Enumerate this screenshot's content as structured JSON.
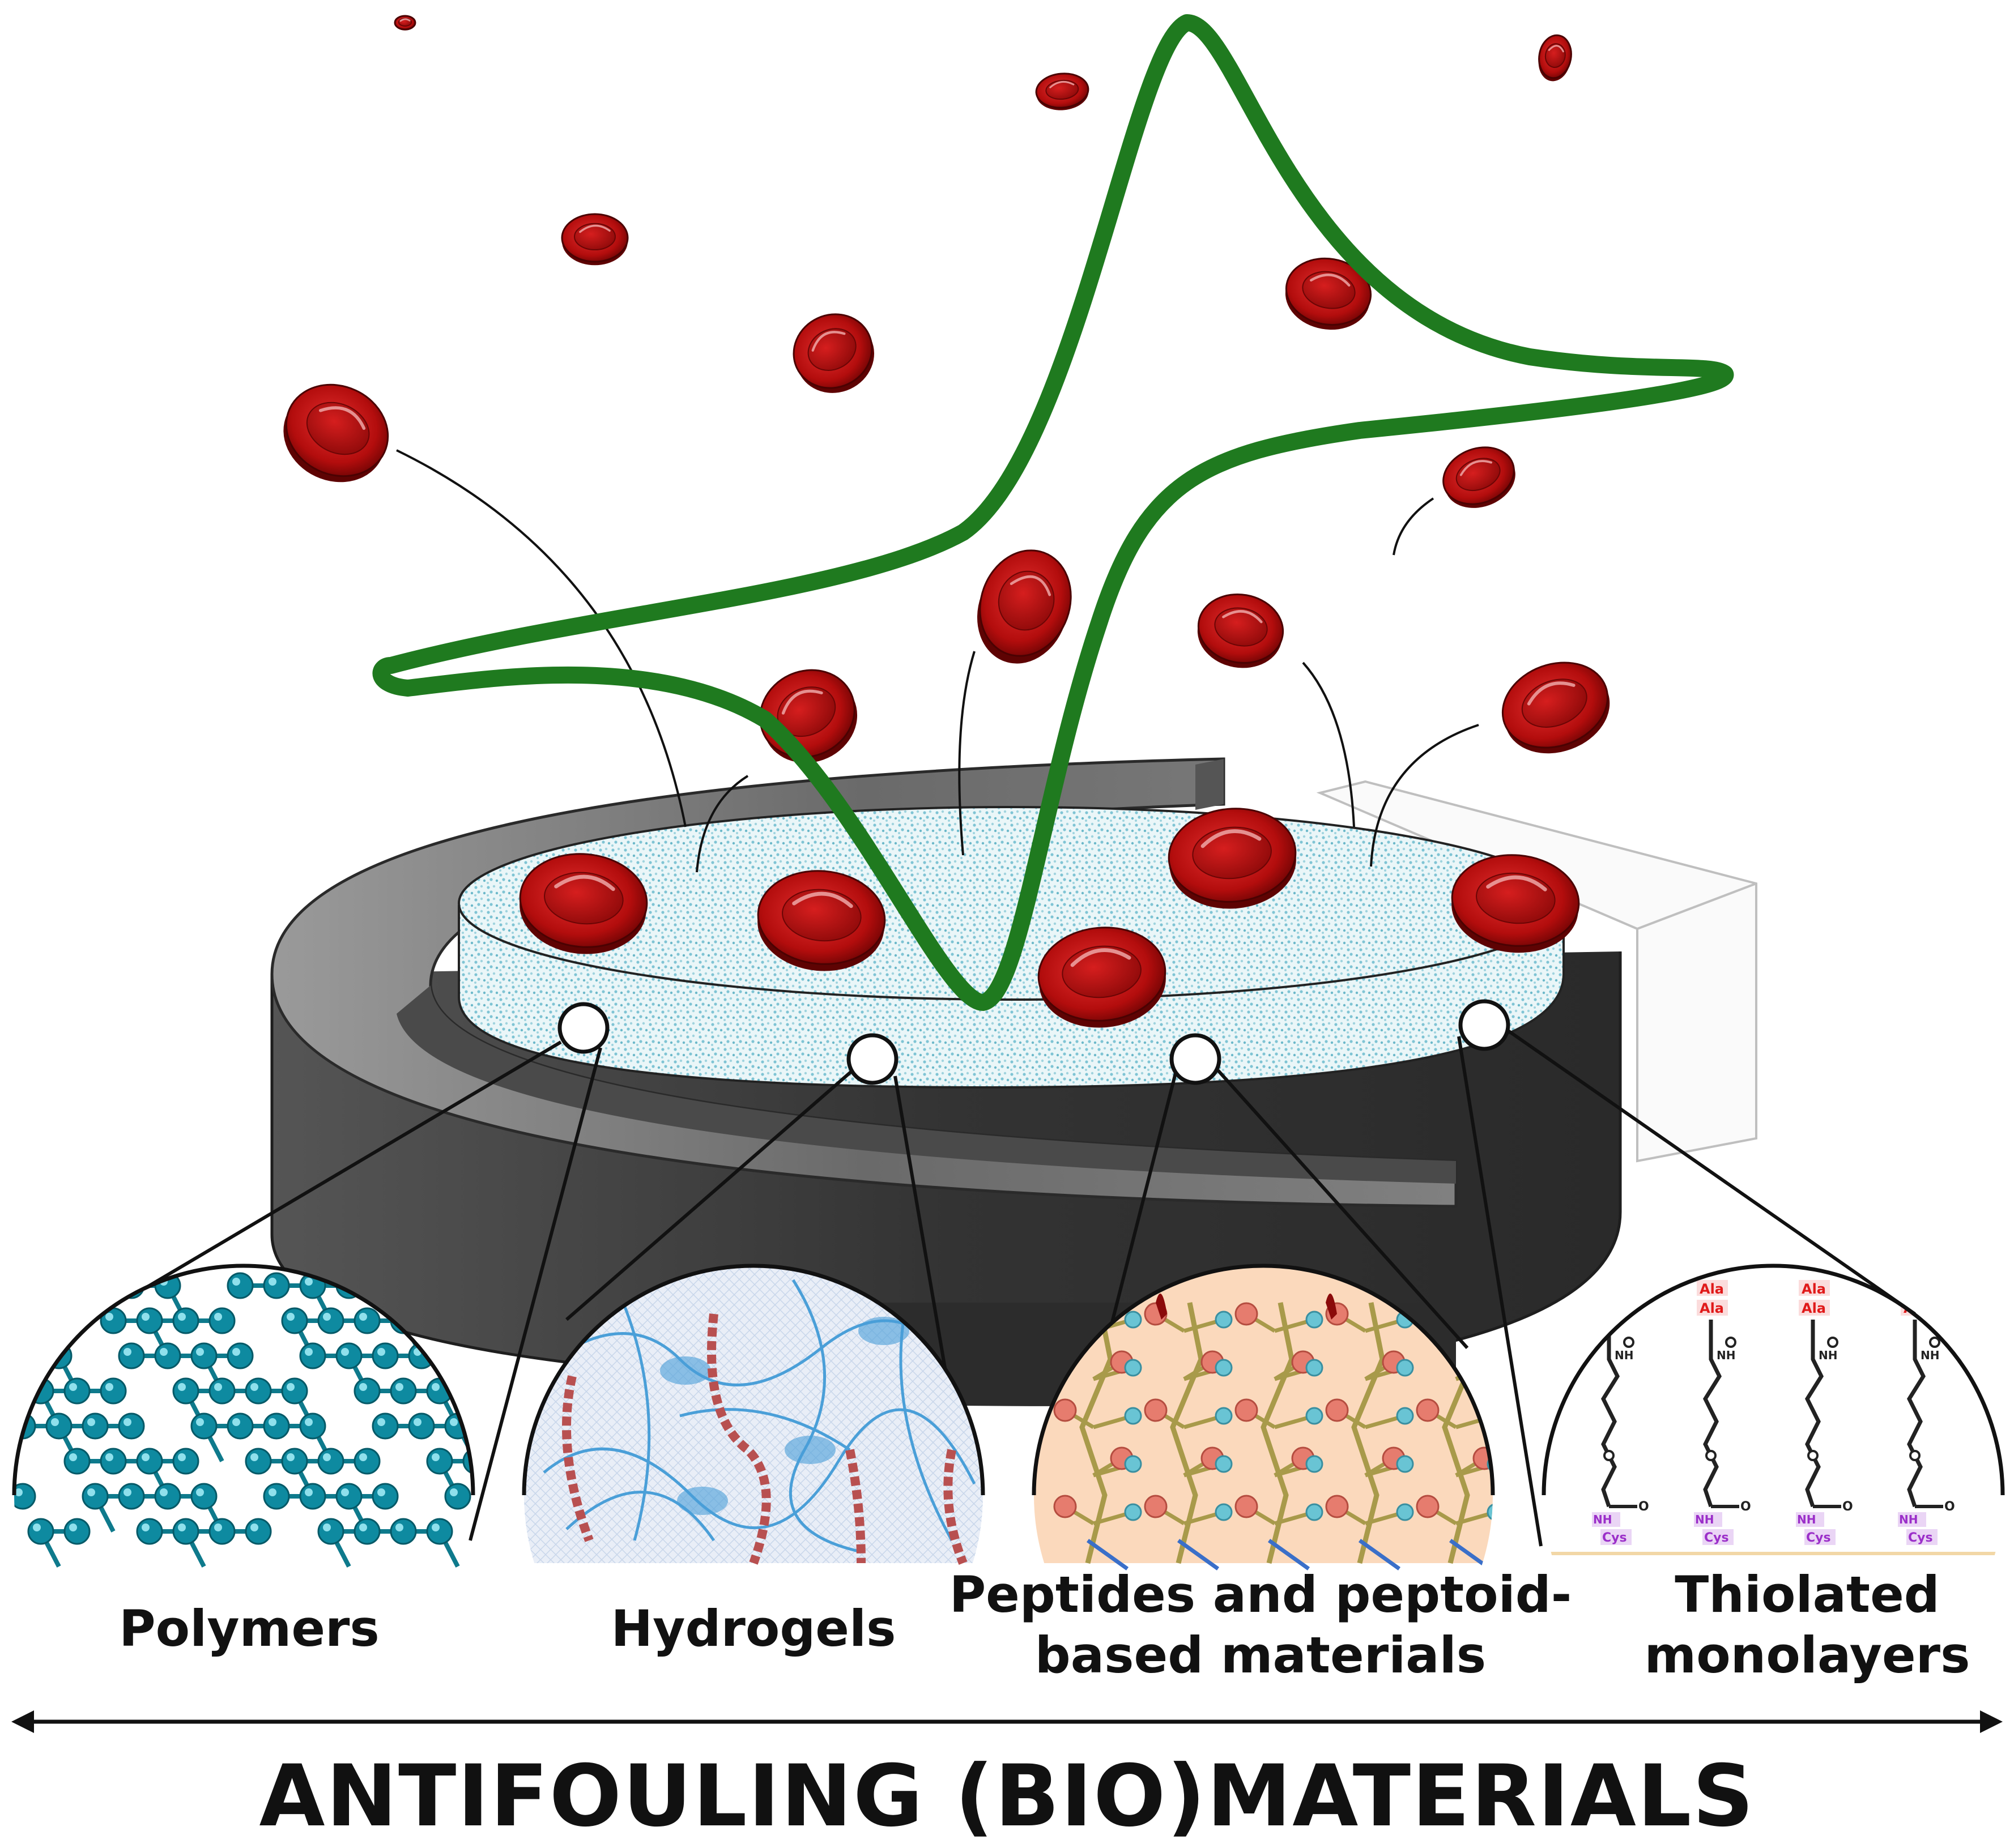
{
  "categories": [
    {
      "key": "polymers",
      "lines": [
        "Polymers"
      ]
    },
    {
      "key": "hydrogels",
      "lines": [
        "Hydrogels"
      ]
    },
    {
      "key": "peptides",
      "lines": [
        "Peptides and peptoid-",
        "based materials"
      ]
    },
    {
      "key": "thiolated",
      "lines": [
        "Thiolated",
        "monolayers"
      ]
    }
  ],
  "monolayer_text": {
    "top_residue": "Ala",
    "bottom_residue": "Cys",
    "amide": "NH",
    "carbonyl": "O"
  },
  "axis_title": "ANTIFOULING (BIO)MATERIALS",
  "colors": {
    "cells": "#b30d0d",
    "voltammogram": "#1f7a1f",
    "electrode_body": "#3a3a3a",
    "electrode_ring": "#7d7d7d",
    "surface_dots": "#7fc4d4",
    "polymer_beads": "#0e8aa0",
    "hydrogel_red": "#b85050",
    "hydrogel_blue": "#4a9fd8",
    "peptide_bg": "#fbd9bc",
    "peptide_branch": "#a89a4a",
    "peptide_red_bead": "#e67c6e",
    "peptide_blue_bead": "#69c4d4",
    "thiol_red": "#e01a1a",
    "thiol_purple": "#9b2fc9"
  }
}
